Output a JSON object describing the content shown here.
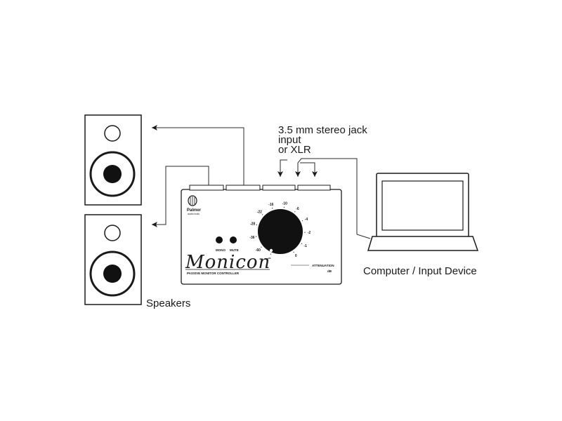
{
  "labels": {
    "input_line1": "3.5 mm stereo jack",
    "input_line2": "input",
    "input_line3": "or XLR",
    "computer": "Computer / Input Device",
    "speakers": "Speakers"
  },
  "device": {
    "brand": "Palmer",
    "brand_sub": "audio tools",
    "name": "Monicon",
    "subtitle": "PASSIVE MONITOR CONTROLLER",
    "mono_label": "MONO",
    "mute_label": "MUTE",
    "attenuation_label": "ATTENUATION",
    "db_label": "dB",
    "knob_scale": [
      "-∞",
      "-60",
      "-36",
      "-28",
      "-22",
      "-16",
      "-10",
      "-6",
      "-4",
      "-2",
      "-1",
      "0"
    ]
  },
  "colors": {
    "ink": "#1a1a1a",
    "background": "#ffffff"
  }
}
